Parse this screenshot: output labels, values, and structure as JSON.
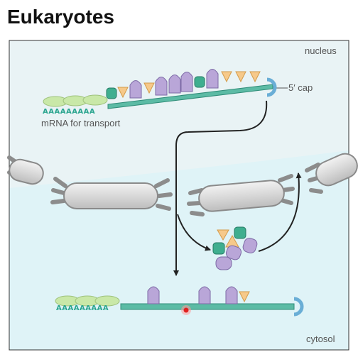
{
  "title": "Eukaryotes",
  "labels": {
    "nucleus": "nucleus",
    "cytosol": "cytosol",
    "cap": "5′ cap",
    "mrna": "mRNA for transport"
  },
  "poly_a": "AAAAAAAAA",
  "colors": {
    "nucleus_bg": "#e9f3f5",
    "cytosol_bg": "#dff3f7",
    "mrna": "#5cbba5",
    "cap": "#6aaed6",
    "poly_a_tail": "#c9e8a8",
    "protein_purple": "#b9a6d8",
    "protein_green": "#3fae8f",
    "protein_orange": "#f6c98a",
    "pore_gray": "#8c8c8c",
    "marker_red": "#e02020"
  },
  "icons": [
    "nuclear-pore-complex",
    "nuclear-envelope",
    "arrow"
  ]
}
